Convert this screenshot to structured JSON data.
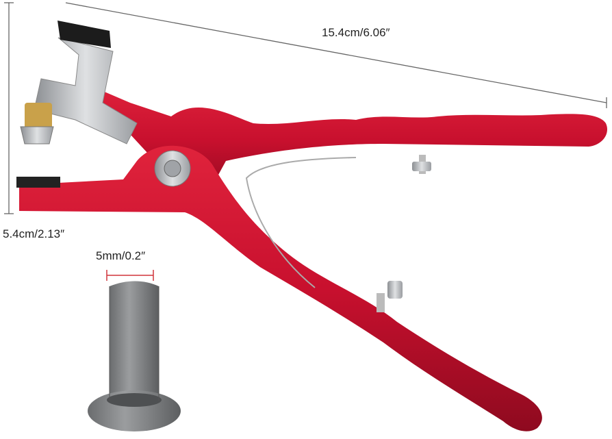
{
  "dimensions": {
    "length": "15.4cm/6.06″",
    "height": "5.4cm/2.13″",
    "insert_width": "5mm/0.2″"
  },
  "colors": {
    "handle": "#c8102e",
    "handle_shadow": "#8e0a1f",
    "metal": "#b9bcc0",
    "brass": "#c9a14a",
    "knob": "#1c1c1c",
    "dimension_line": "#555555",
    "insert_marker": "#d0343a"
  }
}
